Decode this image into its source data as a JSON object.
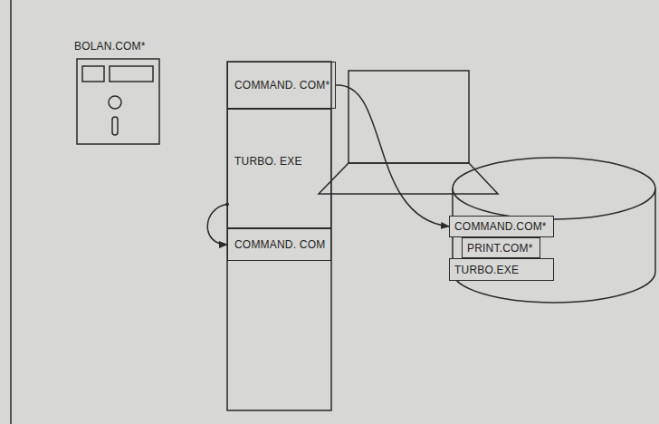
{
  "diagram": {
    "nodes": [
      {
        "text": [
          "BOLAN.COM*"
        ]
      },
      {
        "text": [
          "COMMAND. COM*"
        ]
      },
      {
        "text": [
          "TURBO. EXE"
        ]
      },
      {
        "text": [
          "COMMAND. COM"
        ]
      },
      {
        "text": [
          "COMMAND.COM*"
        ]
      },
      {
        "text": [
          "PRINT.COM*"
        ]
      },
      {
        "text": [
          "TURBO.EXE"
        ]
      }
    ],
    "edges": [
      {
        "from": 1,
        "to": 4,
        "arrow": "to"
      },
      {
        "from": 2,
        "to": 3,
        "arrow": "to"
      }
    ]
  }
}
